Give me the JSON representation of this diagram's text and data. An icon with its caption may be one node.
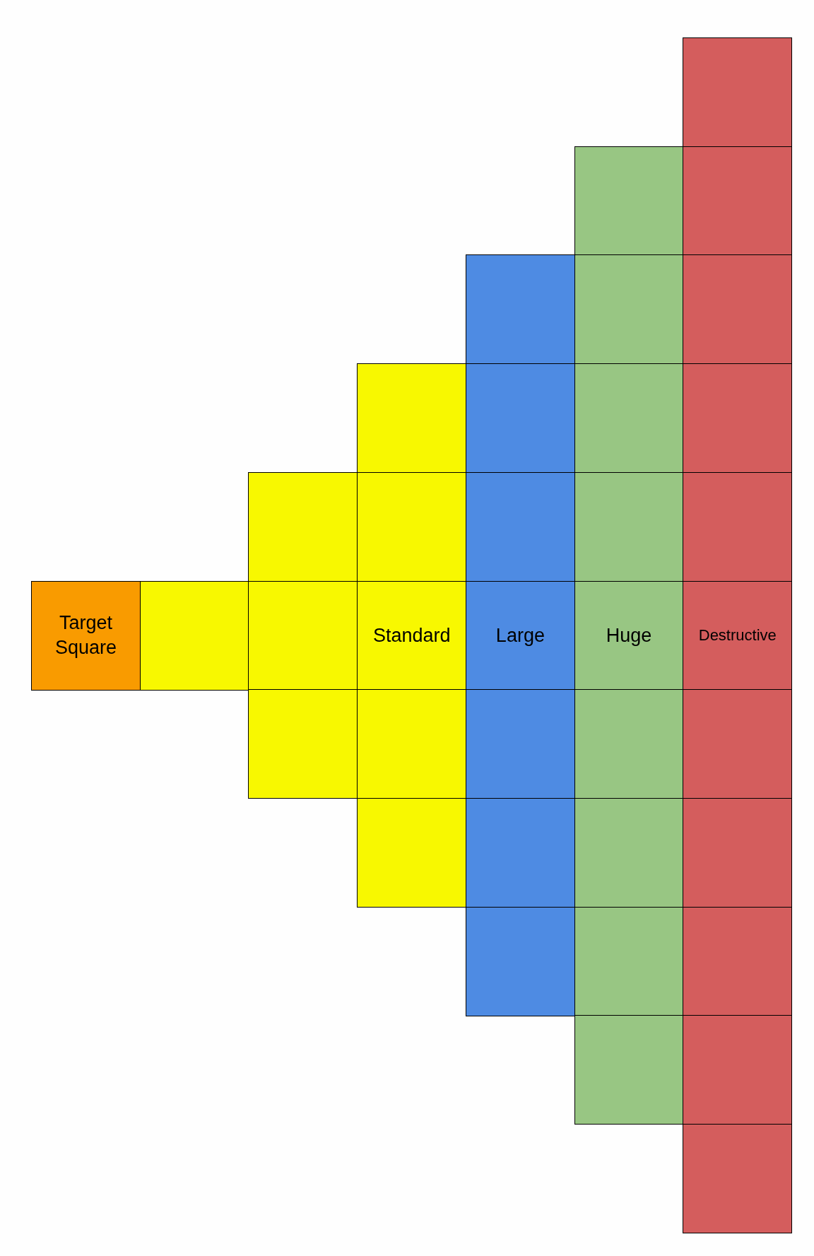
{
  "diagram": {
    "nodes": [
      {
        "text": [],
        "shape": "box"
      },
      {
        "text": [],
        "shape": "box"
      },
      {
        "text": [],
        "shape": "box"
      },
      {
        "text": [],
        "shape": "box"
      },
      {
        "text": [],
        "shape": "box"
      },
      {
        "text": [],
        "shape": "box"
      },
      {
        "text": [],
        "shape": "box"
      },
      {
        "text": [],
        "shape": "box"
      },
      {
        "text": [],
        "shape": "box"
      },
      {
        "text": [],
        "shape": "box"
      },
      {
        "text": [],
        "shape": "box"
      },
      {
        "text": [],
        "shape": "box"
      },
      {
        "text": [],
        "shape": "box"
      },
      {
        "text": [],
        "shape": "box"
      },
      {
        "text": [],
        "shape": "box"
      },
      {
        "text": [
          "Target Square"
        ]
      },
      {
        "text": [],
        "shape": "box"
      },
      {
        "text": [],
        "shape": "box"
      },
      {
        "text": [
          "Standard"
        ]
      },
      {
        "text": [
          "Large"
        ]
      },
      {
        "text": [
          "Huge"
        ]
      },
      {
        "text": [
          "Destructive"
        ]
      },
      {
        "text": [],
        "shape": "box"
      },
      {
        "text": [],
        "shape": "box"
      },
      {
        "text": [],
        "shape": "box"
      },
      {
        "text": [],
        "shape": "box"
      },
      {
        "text": [],
        "shape": "box"
      },
      {
        "text": [],
        "shape": "box"
      },
      {
        "text": [],
        "shape": "box"
      },
      {
        "text": [],
        "shape": "box"
      },
      {
        "text": [],
        "shape": "box"
      },
      {
        "text": [],
        "shape": "box"
      },
      {
        "text": [],
        "shape": "box"
      },
      {
        "text": [],
        "shape": "box"
      },
      {
        "text": [],
        "shape": "box"
      },
      {
        "text": [],
        "shape": "box"
      },
      {
        "text": [],
        "shape": "box"
      }
    ]
  }
}
